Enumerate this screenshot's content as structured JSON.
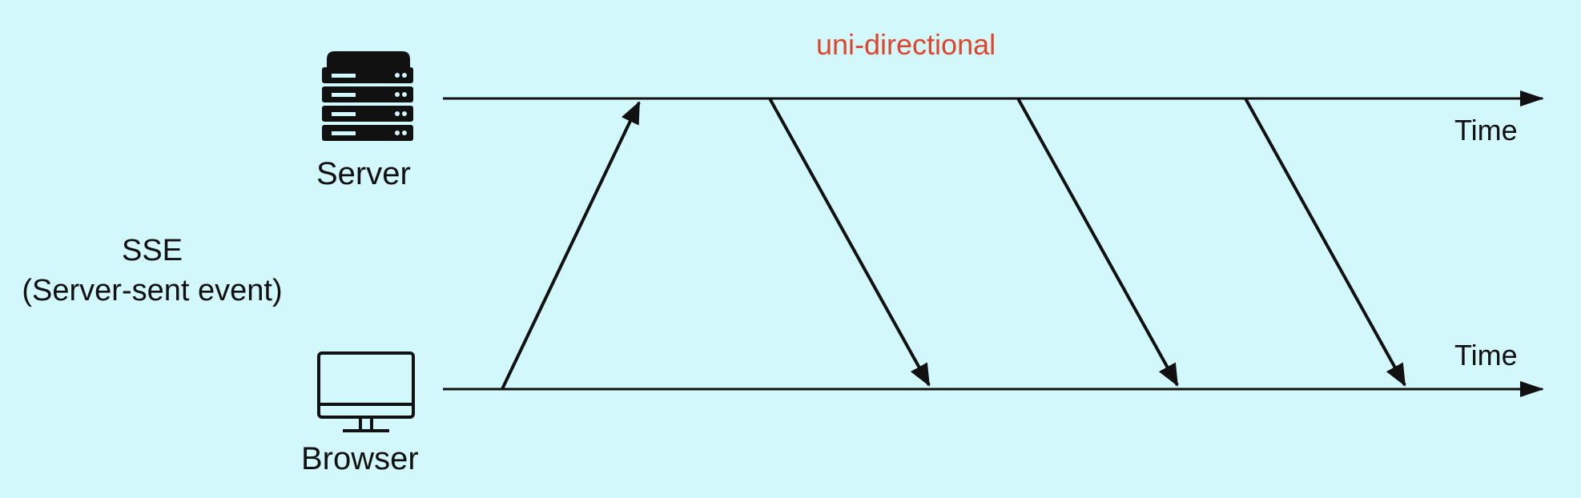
{
  "title": "uni-directional",
  "protocol": {
    "name": "SSE",
    "full_name": "(Server-sent event)"
  },
  "server": {
    "label": "Server",
    "icon": "server-rack-icon"
  },
  "browser": {
    "label": "Browser",
    "icon": "monitor-icon"
  },
  "timelines": {
    "server_axis_label": "Time",
    "browser_axis_label": "Time"
  },
  "messages": [
    {
      "from": "browser",
      "to": "server",
      "type": "request"
    },
    {
      "from": "server",
      "to": "browser",
      "type": "event"
    },
    {
      "from": "server",
      "to": "browser",
      "type": "event"
    },
    {
      "from": "server",
      "to": "browser",
      "type": "event"
    }
  ],
  "colors": {
    "background": "#d2f8fb",
    "title": "#e0442d",
    "line": "#111111"
  }
}
